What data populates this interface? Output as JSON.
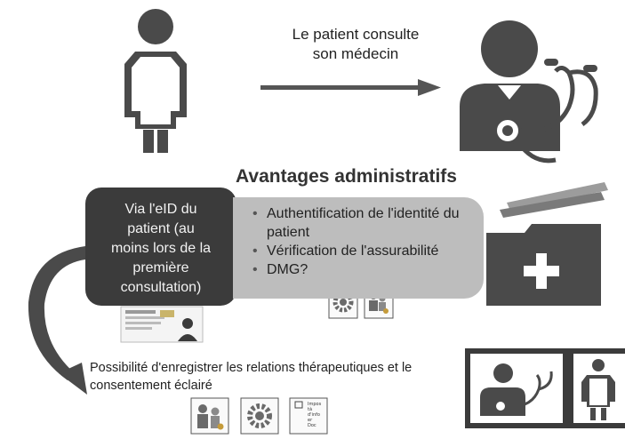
{
  "caption": [
    "Le patient consulte",
    "son médecin"
  ],
  "section_title": "Avantages administratifs",
  "eid_box": [
    "Via l'eID du",
    "patient (au",
    "moins lors de la",
    "première",
    "consultation)"
  ],
  "benefits": [
    "Authentification de l'identité du patient",
    "Vérification de l'assurabilité",
    "DMG?"
  ],
  "bottom_text": "Possibilité d'enregistrer les relations thérapeutiques et le consentement éclairé",
  "mini_doc_text": [
    "Impos",
    "tà",
    "d'info",
    "er",
    "Doc"
  ],
  "icons": {
    "patient": "patient-gown-icon",
    "doctor": "doctor-stethoscope-icon",
    "arrow_right": "arrow-right-icon",
    "arrow_curved": "curved-arrow-icon",
    "folder": "medical-folder-icon",
    "eid_card": "eid-card-icon",
    "gear": "gear-icon",
    "people_key": "people-key-icon",
    "document": "document-icon"
  },
  "colors": {
    "dark_fill": "#3b3b3b",
    "light_fill": "#bdbdbd",
    "icon_gray": "#4a4a4a"
  }
}
